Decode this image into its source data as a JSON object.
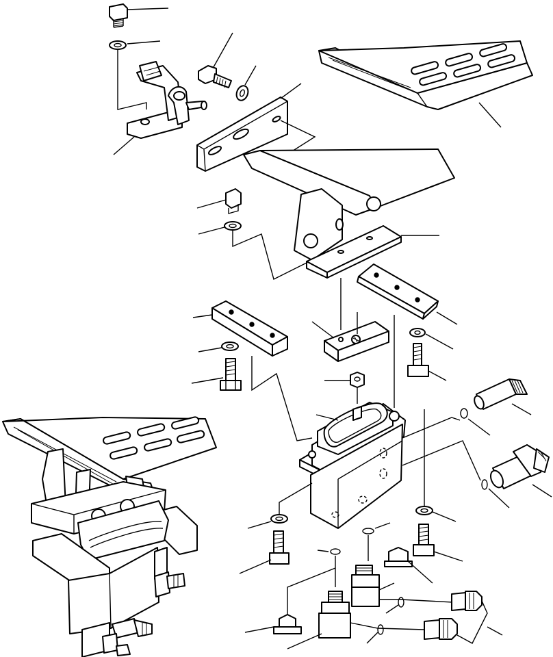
{
  "diagram": {
    "kind": "exploded parts drawing",
    "text_labels": [],
    "parts": [
      {
        "name": "bolt",
        "count": 6
      },
      {
        "name": "washer",
        "count": 8
      },
      {
        "name": "pedal",
        "count": 2
      },
      {
        "name": "pedal-bracket",
        "count": 1
      },
      {
        "name": "mounting-plate",
        "count": 1
      },
      {
        "name": "spacer-block",
        "count": 3
      },
      {
        "name": "nut",
        "count": 1
      },
      {
        "name": "valve-body",
        "count": 1
      },
      {
        "name": "fitting",
        "count": 6
      },
      {
        "name": "o-ring",
        "count": 7
      },
      {
        "name": "plug",
        "count": 2
      },
      {
        "name": "assembled-pedal-valve",
        "count": 1
      }
    ],
    "leader_lines": 30
  }
}
